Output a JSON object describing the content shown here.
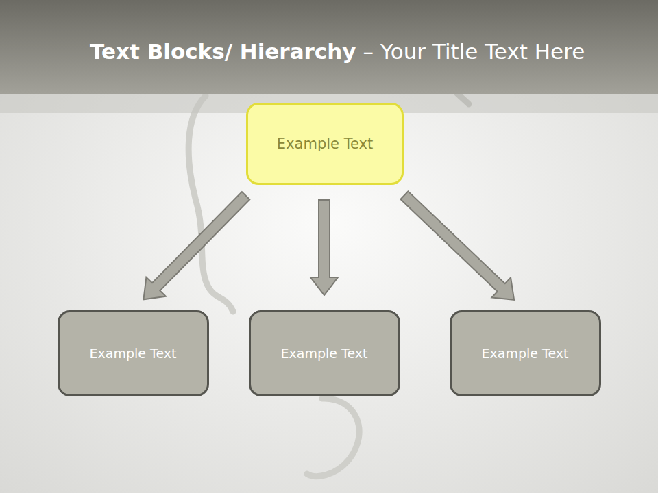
{
  "diagram": {
    "title": "Text Blocks/ Hierarchy",
    "nodes": [
      {
        "text": [
          "Example Text"
        ]
      },
      {
        "text": [
          "Example Text"
        ]
      },
      {
        "text": [
          "Example Text"
        ]
      },
      {
        "text": [
          "Example Text"
        ]
      }
    ],
    "edges": [
      {
        "from": 0,
        "to": 1,
        "arrow": "to"
      },
      {
        "from": 0,
        "to": 2,
        "arrow": "to"
      },
      {
        "from": 0,
        "to": 3,
        "arrow": "to"
      }
    ],
    "labels": [
      "– Your Title Text Here"
    ]
  }
}
